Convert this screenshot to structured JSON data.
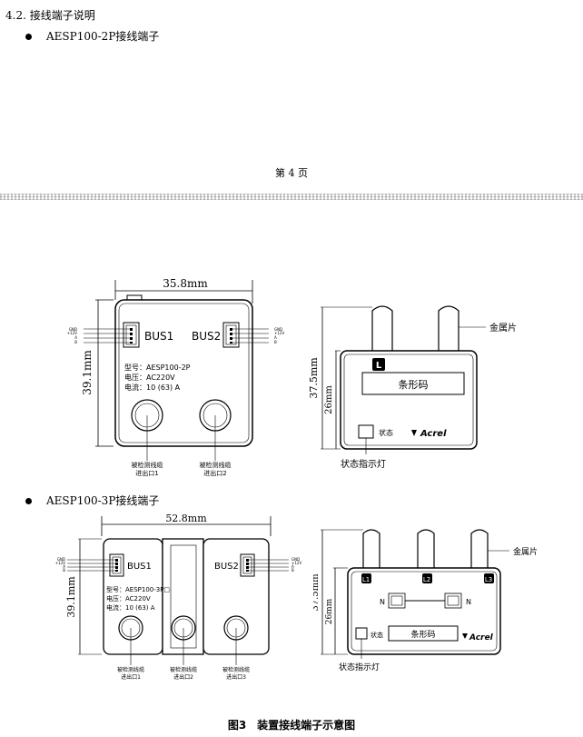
{
  "section": {
    "title": "4.2. 接线端子说明"
  },
  "bullet1": {
    "label": "AESP100-2P接线端子"
  },
  "page": {
    "number": "第 4 页"
  },
  "bullet2": {
    "label": "AESP100-3P接线端子"
  },
  "fig1": {
    "width_dim": "35.8mm",
    "height_dim": "39.1mm",
    "bus1": "BUS1",
    "bus2": "BUS2",
    "pins_left": [
      "GND",
      "+12V",
      "A",
      "B"
    ],
    "pins_right": [
      "GND",
      "+12V",
      "A",
      "B"
    ],
    "model": "型号：AESP100-2P",
    "voltage": "电压：AC220V",
    "current": "电流：10 (63) A",
    "port1_line1": "被检测线缆",
    "port1_line2": "进出口1",
    "port2_line1": "被检测线缆",
    "port2_line2": "进出口2"
  },
  "fig2": {
    "metal": "金属片",
    "label_l": "L",
    "barcode": "条形码",
    "status": "状态",
    "brand": "Acrel",
    "height_dim": "37.5mm",
    "inner_dim": "26mm",
    "indicator": "状态指示灯"
  },
  "fig3": {
    "width_dim": "52.8mm",
    "height_dim": "39.1mm",
    "bus1": "BUS1",
    "bus2": "BUS2",
    "pins_left": [
      "GND",
      "+12V",
      "A",
      "B"
    ],
    "pins_right": [
      "GND",
      "+12V",
      "A",
      "B"
    ],
    "model": "型号：AESP100-3P□",
    "voltage": "电压：AC220V",
    "current": "电流：10 (63) A",
    "port1_line1": "被检测线缆",
    "port1_line2": "进出口1",
    "port2_line1": "被检测线缆",
    "port2_line2": "进出口2",
    "port3_line1": "被检测线缆",
    "port3_line2": "进出口3"
  },
  "fig4": {
    "metal": "金属片",
    "l1": "L1",
    "l2": "L2",
    "l3": "L3",
    "n1": "N",
    "n2": "N",
    "status": "状态",
    "barcode": "条形码",
    "brand": "Acrel",
    "height_dim": "37.5mm",
    "inner_dim": "26mm",
    "indicator": "状态指示灯"
  },
  "caption": {
    "text": "图3　装置接线端子示意图"
  }
}
